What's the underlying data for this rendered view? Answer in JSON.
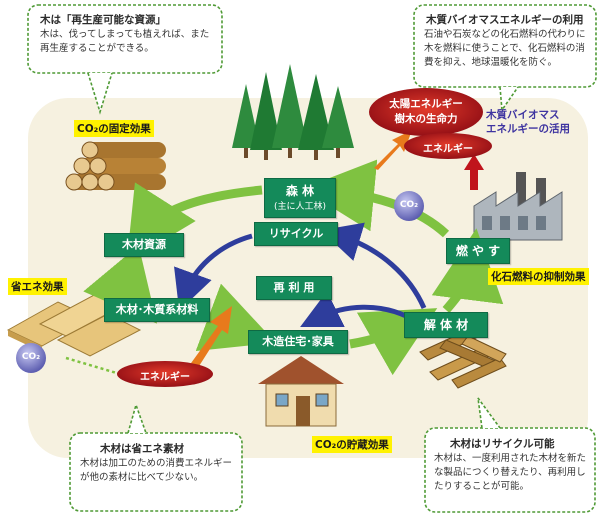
{
  "callouts": {
    "renewable": {
      "title": "木は「再生産可能な資源」",
      "body": "木は、伐ってしまっても植えれば、また再生産することができる。"
    },
    "biomass": {
      "title": "木質バイオマスエネルギーの利用",
      "body": "石油や石炭などの化石燃料の代わりに木を燃料に使うことで、化石燃料の消費を抑え、地球温暖化を防ぐ。"
    },
    "energy_saving_material": {
      "title": "木材は省エネ素材",
      "body": "木材は加工のための消費エネルギーが他の素材に比べて少ない。"
    },
    "recyclable": {
      "title": "木材はリサイクル可能",
      "body": "木材は、一度利用された木材を新たな製品につくり替えたり、再利用したりすることが可能。"
    }
  },
  "labels": {
    "co2_fixation": "CO₂の固定効果",
    "energy_saving": "省エネ効果",
    "co2_storage": "CO₂の貯蔵効果",
    "fossil_fuel_suppression": "化石燃料の抑制効果"
  },
  "nodes": {
    "forest": "森 林",
    "forest_sub": "(主に人工林)",
    "timber_resource": "木材資源",
    "wood_materials": "木材･木質系材料",
    "wooden_housing": "木造住宅･家具",
    "dismantled_wood": "解 体 材",
    "burn": "燃 や す",
    "recycle": "リサイクル",
    "reuse": "再 利 用"
  },
  "solar": {
    "line1": "太陽エネルギー",
    "line2": "樹木の生命力"
  },
  "biomass_use": {
    "line1": "木質バイオマス",
    "line2": "エネルギーの活用"
  },
  "energy_labels": {
    "upper": "エネルギー",
    "lower": "エネルギー"
  },
  "co2_badges": {
    "top": "CO₂",
    "left": "CO₂"
  },
  "colors": {
    "node_green": "#148a5a",
    "cycle_light_green": "#7fc241",
    "cycle_blue": "#2e3d9c",
    "callout_border": "#4f9a35",
    "highlight_yellow": "#fff200",
    "energy_red": "#b0101a",
    "co2_purple": "#6e6fc0",
    "background_beige": "#f6f1e0"
  }
}
